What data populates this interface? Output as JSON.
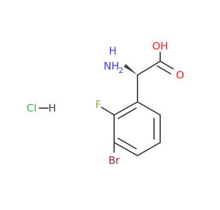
{
  "atoms": {
    "amine": "NH",
    "amine_h": "H",
    "amine_sub": "2",
    "hydroxyl": "OH",
    "carbonyl_o": "O",
    "fluorine": "F",
    "bromine": "Br",
    "salt_cl": "Cl",
    "salt_h": "H"
  },
  "colors": {
    "bond": "#3f3f3f",
    "nitrogen": "#3a3aff",
    "oxygen": "#ff1f1f",
    "fluorine": "#8fb43a",
    "bromine": "#a52a2a",
    "chlorine": "#3cb043",
    "hydrogen": "#3f3f3f"
  }
}
